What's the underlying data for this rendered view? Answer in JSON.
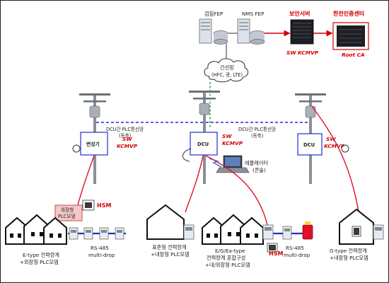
{
  "servers": {
    "fep_label": "검침FEP",
    "nms_label": "NMS FEP",
    "security_label": "보안서버",
    "ca_label": "한전인증센터",
    "security_tag": "SW  KCMVP",
    "ca_tag": "Root CA"
  },
  "network": {
    "cloud_line1": "간선망",
    "cloud_line2": "(HFC, 광, LTE)"
  },
  "links": {
    "plc_left_line1": "DCU간 PLC통신망",
    "plc_left_line2": "(동축)",
    "plc_right_line1": "DCU간 PLC통신망",
    "plc_right_line2": "(동축)"
  },
  "nodes": {
    "converter_label": "변성기",
    "dcu_center_label": "DCU",
    "dcu_right_label": "DCU",
    "kcmvp_line1": "SW",
    "kcmvp_line2": "KCMVP"
  },
  "emulator": {
    "line1": "에뮬레이터",
    "line2": "(콘솔)"
  },
  "modem": {
    "line1": "외장형",
    "line2": "PLC모뎀",
    "hsm": "HSM"
  },
  "sites": {
    "e_type_line1": "E-type 전력량계",
    "e_type_line2": "+외장형 PLC모뎀",
    "rs485_left_line1": "RS-485",
    "rs485_left_line2": "multi-drop",
    "standard_line1": "표준형 전력량계",
    "standard_line2": "+내장형 PLC모뎀",
    "mixed_line1": "E/G/Ea-type",
    "mixed_line2": "전력량계 혼합구성",
    "mixed_line3": "+내/외장형 PLC모뎀",
    "rs485_right_line1": "RS-485",
    "rs485_right_line2": "multi-drop",
    "g_type_line1": "G-type 전력량계",
    "g_type_line2": "+내장형 PLC모뎀",
    "hsm_mixed": "HSM"
  },
  "colors": {
    "power_line": "#e0102a",
    "plc_link": "#1f2fd0",
    "backbone_link": "#1a9a3a",
    "security_red": "#d40000",
    "modem_fill": "#f6c7c7"
  }
}
